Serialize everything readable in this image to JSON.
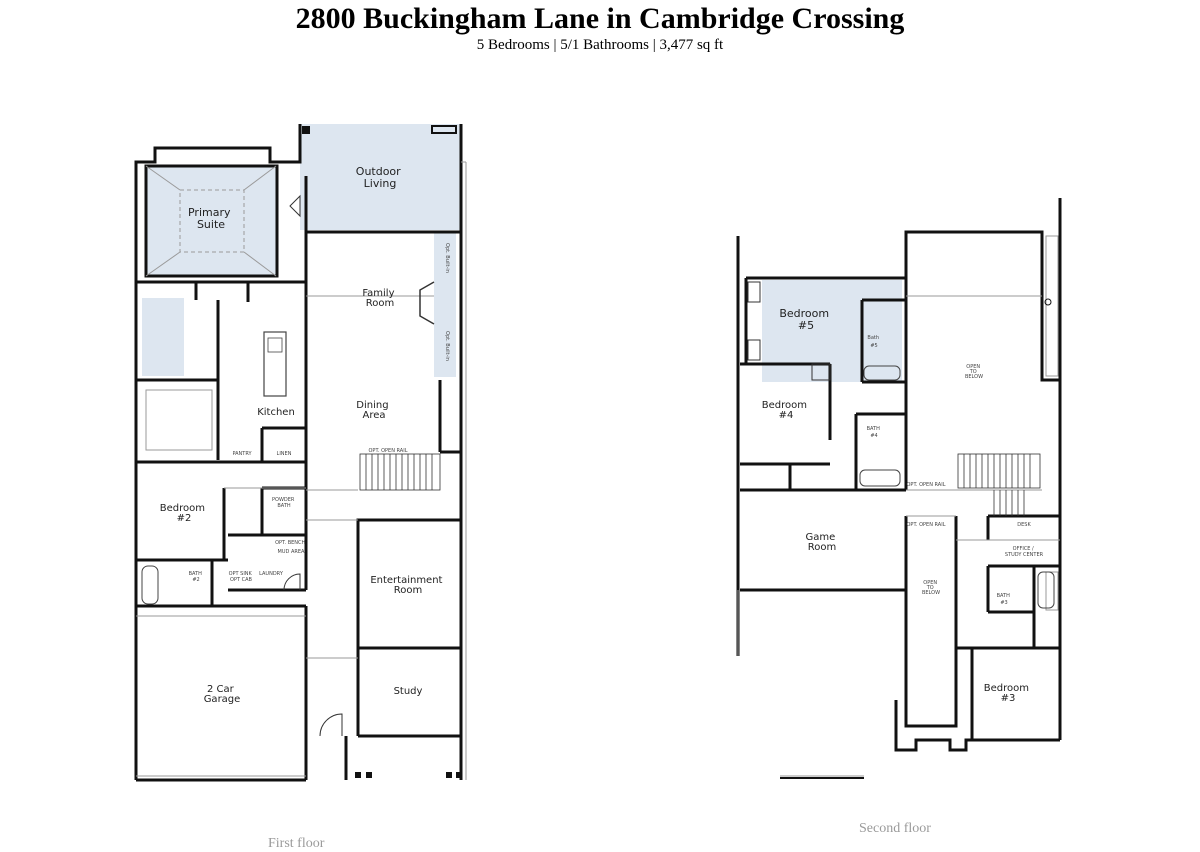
{
  "header": {
    "title": "2800 Buckingham Lane in Cambridge Crossing",
    "subtitle": "5 Bedrooms | 5/1 Bathrooms | 3,477 sq ft"
  },
  "floors": {
    "first": {
      "caption": "First floor",
      "rooms": {
        "primary_suite": [
          "Primary",
          "Suite"
        ],
        "outdoor_living": [
          "Outdoor",
          "Living"
        ],
        "family_room": [
          "Family",
          "Room"
        ],
        "kitchen": "Kitchen",
        "dining_area": [
          "Dining",
          "Area"
        ],
        "bedroom_2": [
          "Bedroom",
          "#2"
        ],
        "entertainment_room": [
          "Entertainment",
          "Room"
        ],
        "study": "Study",
        "garage": [
          "2 Car",
          "Garage"
        ]
      },
      "small_labels": {
        "powder_bath": [
          "POWDER",
          "BATH"
        ],
        "bath_2": [
          "BATH",
          "#2"
        ],
        "laundry": "LAUNDRY",
        "pantry": "PANTRY",
        "linen": "LINEN",
        "opt_open_rail": "OPT. OPEN RAIL",
        "opt_built_in": "Opt. Built-in",
        "opt_bench": [
          "OPT. BENCH",
          "MUD AREA"
        ],
        "opt_sink": [
          "OPT SINK",
          "OPT CAB"
        ]
      }
    },
    "second": {
      "caption": "Second floor",
      "rooms": {
        "bedroom_5": [
          "Bedroom",
          "#5"
        ],
        "bedroom_4": [
          "Bedroom",
          "#4"
        ],
        "game_room": [
          "Game",
          "Room"
        ],
        "bedroom_3": [
          "Bedroom",
          "#3"
        ]
      },
      "small_labels": {
        "bath_5": [
          "Bath",
          "#5"
        ],
        "bath_4": [
          "BATH",
          "#4"
        ],
        "bath_3": [
          "BATH",
          "#3"
        ],
        "office": [
          "OFFICE /",
          "STUDY CENTER"
        ],
        "open_to_below": [
          "OPEN",
          "TO",
          "BELOW"
        ],
        "opt_open_rail": "OPT. OPEN RAIL",
        "desk": "DESK"
      }
    }
  },
  "colors": {
    "wall": "#111111",
    "highlight_fill": "#dde6f0",
    "thin_line": "#9a9a9a"
  }
}
